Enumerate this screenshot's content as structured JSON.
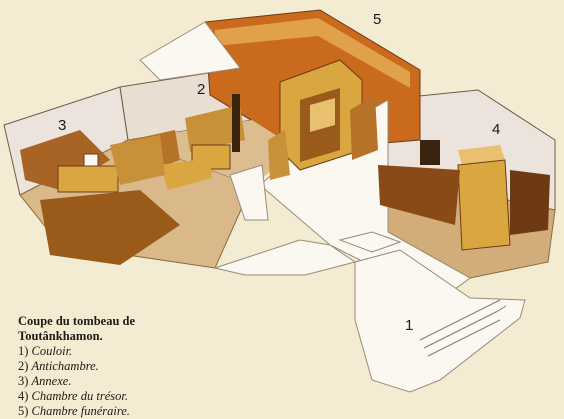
{
  "labels": [
    "1",
    "2",
    "3",
    "4",
    "5"
  ],
  "legend": {
    "title": "Coupe du tombeau de Toutânkhamon.",
    "items": [
      {
        "n": "1)",
        "name": "Couloir."
      },
      {
        "n": "2)",
        "name": "Antichambre."
      },
      {
        "n": "3)",
        "name": "Annexe."
      },
      {
        "n": "4)",
        "name": "Chambre du trésor."
      },
      {
        "n": "5)",
        "name": "Chambre funéraire."
      }
    ]
  },
  "colors": {
    "background": "#f4ebd3",
    "wall": "#ece4dc",
    "floor": "#d9b98a",
    "gold": "#d9a640",
    "dark": "#6e3a14",
    "burialWall": "#c96a1c"
  }
}
